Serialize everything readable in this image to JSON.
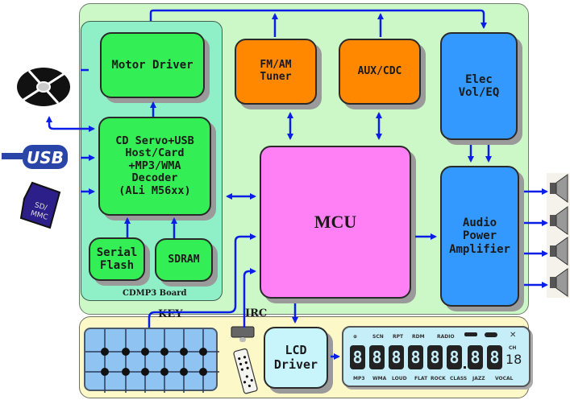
{
  "diagram": {
    "title": "CDMP3 car audio system block diagram",
    "board_label": "CDMP3 Board",
    "blocks": {
      "motor_driver": "Motor Driver",
      "decoder": "CD Servo+USB\nHost/Card\n+MP3/WMA\nDecoder\n(ALi M56xx)",
      "serial_flash": "Serial\nFlash",
      "sdram": "SDRAM",
      "tuner": "FM/AM\nTuner",
      "aux": "AUX/CDC",
      "vol_eq": "Elec\nVol/EQ",
      "mcu": "MCU",
      "amplifier": "Audio\nPower\nAmplifier",
      "lcd_driver": "LCD\nDriver"
    },
    "labels": {
      "key": "KEY",
      "irc": "IRC"
    },
    "inputs": [
      {
        "icon": "cd-disc-icon"
      },
      {
        "icon": "usb-logo-icon",
        "text": "USB"
      },
      {
        "icon": "sd-card-icon",
        "text": "SD/\nMMC"
      }
    ],
    "outputs": {
      "speaker_count": 4
    },
    "lcd_panel": {
      "top_indicators": [
        "SCN",
        "RPT",
        "RDM",
        "RADIO"
      ],
      "bottom_indicators": [
        "MP3",
        "WMA",
        "LOUD",
        "FLAT",
        "ROCK",
        "CLASS",
        "JAZZ",
        "VOCAL"
      ],
      "digits": [
        "8",
        "8",
        "8",
        "8",
        "8",
        "8",
        "8",
        "8"
      ],
      "ch_label": "CH",
      "ch_value": "18"
    },
    "colors": {
      "wire": "#0a1ee6",
      "green_block": "#33ee55",
      "orange_block": "#ff8800",
      "blue_block": "#3399ff",
      "mcu": "#ff80f4",
      "lcd_driver": "#c8f4fc"
    }
  }
}
